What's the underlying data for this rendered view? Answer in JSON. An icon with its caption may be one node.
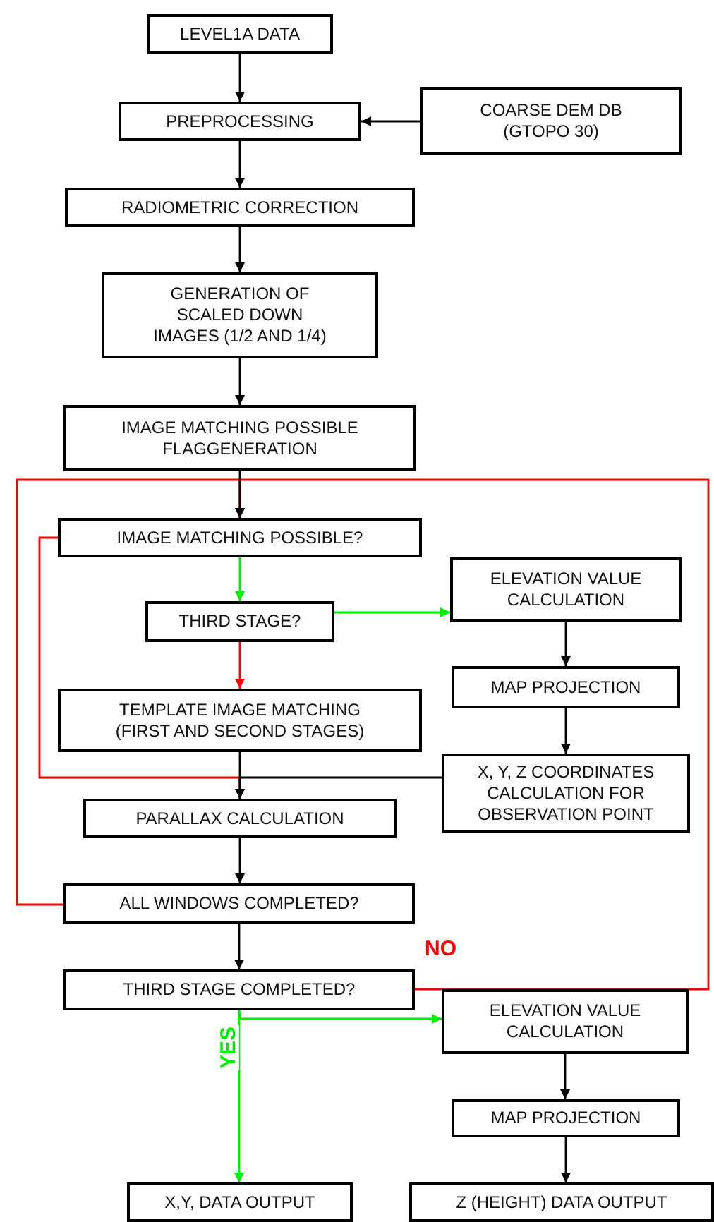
{
  "diagram": {
    "nodes": [
      {
        "text": [
          "LEVEL1A DATA"
        ]
      },
      {
        "text": [
          "PREPROCESSING"
        ]
      },
      {
        "text": [
          "COARSE DEM DB (GTOPO 30)"
        ]
      },
      {
        "text": [
          "RADIOMETRIC CORRECTION"
        ]
      },
      {
        "text": [
          "GENERATION OF SCALED DOWN IMAGES (1/2 AND 1/4)"
        ]
      },
      {
        "text": [
          "IMAGE MATCHING POSSIBLE FLAGGENERATION"
        ]
      },
      {
        "text": [
          "IMAGE MATCHING POSSIBLE?"
        ]
      },
      {
        "text": [
          "THIRD STAGE?"
        ]
      },
      {
        "text": [
          "ELEVATION VALUE CALCULATION"
        ]
      },
      {
        "text": [
          "MAP PROJECTION"
        ]
      },
      {
        "text": [
          "TEMPLATE IMAGE MATCHING (FIRST AND SECOND STAGES)"
        ]
      },
      {
        "text": [
          "X, Y, Z COORDINATES CALCULATION FOR OBSERVATION POINT"
        ]
      },
      {
        "text": [
          "PARALLAX CALCULATION"
        ]
      },
      {
        "text": [
          "ALL WINDOWS COMPLETED?"
        ]
      },
      {
        "text": [
          "THIRD STAGE COMPLETED?"
        ]
      },
      {
        "text": [
          "ELEVATION VALUE CALCULATION"
        ]
      },
      {
        "text": [
          "MAP PROJECTION"
        ]
      },
      {
        "text": [
          "X,Y, DATA OUTPUT"
        ]
      },
      {
        "text": [
          "Z (HEIGHT) DATA OUTPUT"
        ]
      }
    ],
    "edges": [
      {
        "from": 0,
        "to": 1,
        "arrow": "to"
      },
      {
        "from": 2,
        "to": 1,
        "arrow": "to"
      },
      {
        "from": 1,
        "to": 3,
        "arrow": "to"
      },
      {
        "from": 3,
        "to": 4,
        "arrow": "to"
      },
      {
        "from": 4,
        "to": 5,
        "arrow": "to"
      },
      {
        "from": 5,
        "to": 6,
        "arrow": "to"
      },
      {
        "from": 6,
        "to": 7,
        "arrow": "to",
        "color": "#00ee00"
      },
      {
        "from": 7,
        "to": 8,
        "arrow": "to",
        "color": "#00ee00"
      },
      {
        "from": 7,
        "to": 10,
        "arrow": "to",
        "color": "#ff0000"
      },
      {
        "from": 8,
        "to": 9,
        "arrow": "to"
      },
      {
        "from": 9,
        "to": 11,
        "arrow": "to"
      },
      {
        "from": 10,
        "to": 12,
        "arrow": "to"
      },
      {
        "from": 11,
        "to": 12,
        "arrow": "to"
      },
      {
        "from": 6,
        "to": 12,
        "arrow": "to",
        "color": "#ff0000"
      },
      {
        "from": 12,
        "to": 13,
        "arrow": "to"
      },
      {
        "from": 13,
        "to": 6,
        "arrow": "to",
        "color": "#ff0000"
      },
      {
        "from": 13,
        "to": 14,
        "arrow": "to"
      },
      {
        "from": 14,
        "to": 6,
        "arrow": "to",
        "label": "NO",
        "color": "#ff0000"
      },
      {
        "from": 14,
        "to": 15,
        "arrow": "to",
        "color": "#00ee00"
      },
      {
        "from": 14,
        "to": 17,
        "arrow": "to",
        "label": "YES",
        "color": "#00ee00"
      },
      {
        "from": 15,
        "to": 16,
        "arrow": "to"
      },
      {
        "from": 16,
        "to": 18,
        "arrow": "to"
      }
    ]
  }
}
